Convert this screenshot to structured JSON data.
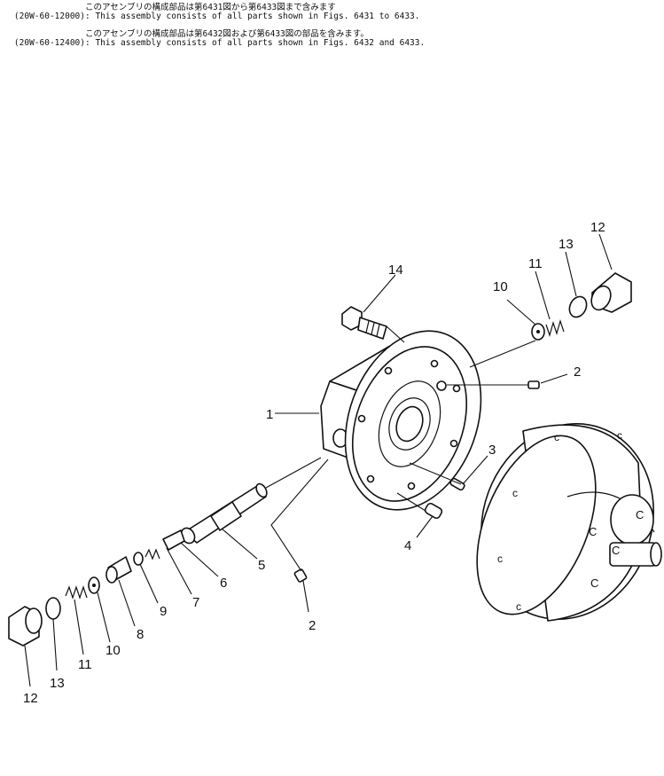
{
  "header": {
    "lines": [
      {
        "code": "",
        "text": "このアセンブリの構成部品は第6431図から第6433図まで含みます"
      },
      {
        "code": "(20W-60-12000)",
        "text": ": This assembly consists of all parts shown in Figs. 6431 to 6433."
      },
      {
        "code": "",
        "text": "このアセンブリの構成部品は第6432図および第6433図の部品を含みます。"
      },
      {
        "code": "(20W-60-12400)",
        "text": ": This assembly consists of all parts shown in Figs. 6432 and 6433."
      }
    ]
  },
  "callouts": [
    "1",
    "2",
    "2",
    "3",
    "4",
    "5",
    "6",
    "7",
    "8",
    "9",
    "10",
    "10",
    "11",
    "11",
    "12",
    "12",
    "13",
    "13",
    "14"
  ]
}
